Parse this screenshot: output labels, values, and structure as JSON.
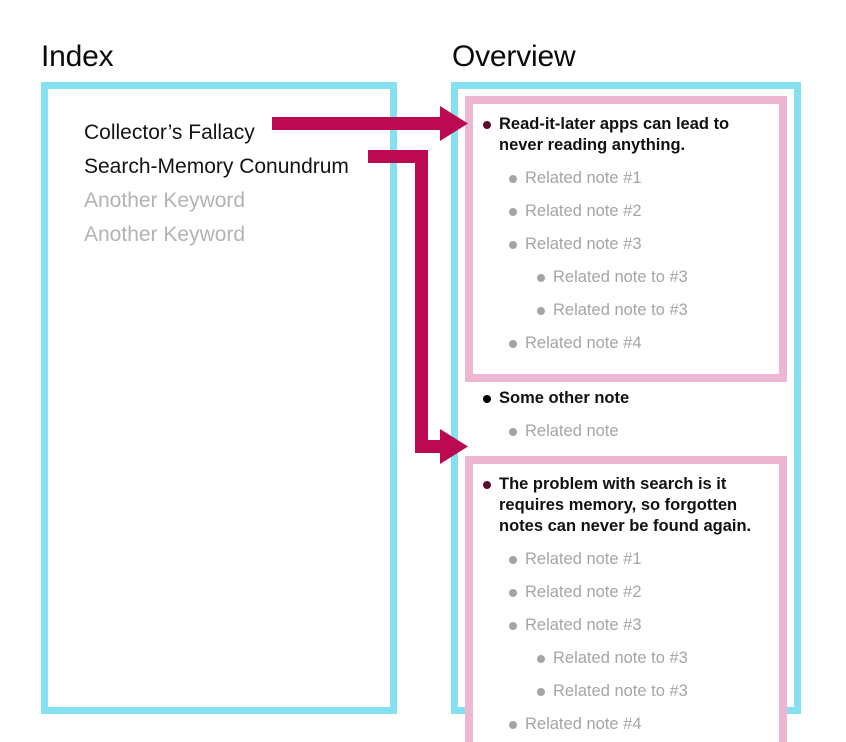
{
  "columns": {
    "index": {
      "title": "Index",
      "keywords": [
        {
          "label": "Collector’s Fallacy",
          "muted": false
        },
        {
          "label": "Search-Memory Conundrum",
          "muted": false
        },
        {
          "label": "Another Keyword",
          "muted": true
        },
        {
          "label": "Another Keyword",
          "muted": true
        }
      ]
    },
    "overview": {
      "title": "Overview",
      "blocks": [
        {
          "highlighted": true,
          "notes": [
            {
              "level": 0,
              "text": "Read-it-later apps can lead to never reading anything.",
              "bullet_color": "#5c0b2c"
            },
            {
              "level": 1,
              "text": "Related note #1",
              "bullet_color": "#a5a5a5"
            },
            {
              "level": 1,
              "text": "Related note #2",
              "bullet_color": "#a5a5a5"
            },
            {
              "level": 1,
              "text": "Related note #3",
              "bullet_color": "#a5a5a5"
            },
            {
              "level": 2,
              "text": "Related note to #3",
              "bullet_color": "#a5a5a5"
            },
            {
              "level": 2,
              "text": "Related note to #3",
              "bullet_color": "#a5a5a5"
            },
            {
              "level": 1,
              "text": "Related note #4",
              "bullet_color": "#a5a5a5"
            }
          ]
        },
        {
          "highlighted": false,
          "notes": [
            {
              "level": 0,
              "text": "Some other note",
              "bullet_color": "#000000"
            },
            {
              "level": 1,
              "text": "Related note",
              "bullet_color": "#a5a5a5"
            }
          ]
        },
        {
          "highlighted": true,
          "notes": [
            {
              "level": 0,
              "text": "The problem with search is it requires memory, so forgotten notes can never be found again.",
              "bullet_color": "#5c0b2c"
            },
            {
              "level": 1,
              "text": "Related note #1",
              "bullet_color": "#a5a5a5"
            },
            {
              "level": 1,
              "text": "Related note #2",
              "bullet_color": "#a5a5a5"
            },
            {
              "level": 1,
              "text": "Related note #3",
              "bullet_color": "#a5a5a5"
            },
            {
              "level": 2,
              "text": "Related note to #3",
              "bullet_color": "#a5a5a5"
            },
            {
              "level": 2,
              "text": "Related note to #3",
              "bullet_color": "#a5a5a5"
            },
            {
              "level": 1,
              "text": "Related note #4",
              "bullet_color": "#a5a5a5"
            }
          ]
        }
      ]
    }
  },
  "connectors": [
    {
      "from": "Collector’s Fallacy",
      "to": "Read-it-later apps can lead to never reading anything.",
      "style": "straight"
    },
    {
      "from": "Search-Memory Conundrum",
      "to": "The problem with search is it requires memory, so forgotten notes can never be found again.",
      "style": "elbow"
    }
  ],
  "colors": {
    "panel_border": "#85e1ef",
    "highlight_border": "#edb7d1",
    "arrow": "#bb0a52",
    "text": "#111111",
    "muted_text": "#b3b3b3",
    "related_text": "#a5a5a5",
    "background": "#ffffff"
  }
}
